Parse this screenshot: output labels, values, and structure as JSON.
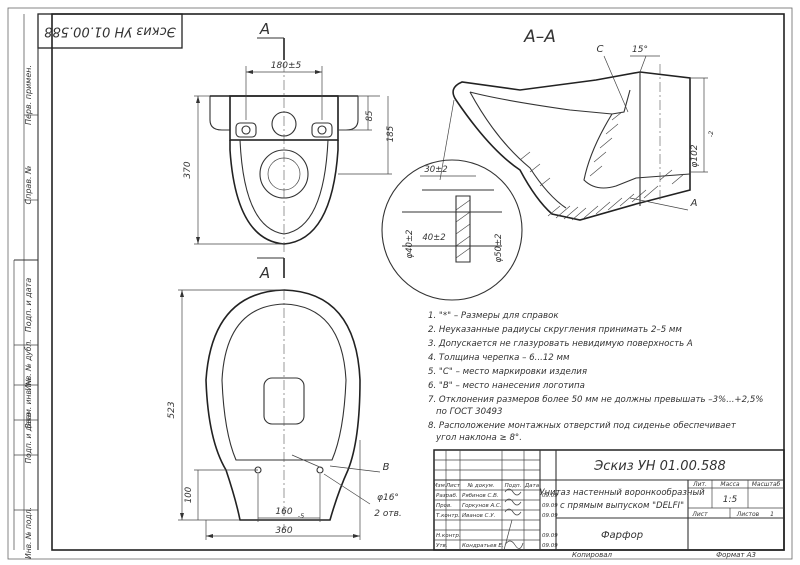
{
  "stamp_code": "Эскиз УН 01.00.588",
  "left_strip": {
    "perv_primen": "Перв. примен.",
    "sprav_no": "Справ. №",
    "podp_data_1": "Подп. и дата",
    "inv_dubl": "Инв. № дубл.",
    "vzam_inv": "Взам. инв. №",
    "podp_data_2": "Подп. и дата",
    "inv_podl": "Инв. № подл."
  },
  "top_view": {
    "section_label_top": "A",
    "section_label_bottom": "A",
    "dim_width": "180±5",
    "dim_85": "85",
    "dim_185": "185",
    "dim_370": "370"
  },
  "section_view": {
    "title": "A–A",
    "label_c": "C",
    "angle": "15°",
    "dim_dia": "φ102",
    "dim_dia_tol": "-2",
    "label_a": "A",
    "detail_30": "30±2",
    "detail_40": "40±2",
    "detail_dia40": "φ40±2",
    "detail_dia50": "φ50±2"
  },
  "bottom_view": {
    "dim_523": "523",
    "dim_100": "100",
    "dim_160": "160",
    "dim_160_tol": "-5",
    "dim_360": "360",
    "label_b": "B",
    "dim_dia16": "φ16°",
    "holes": "2 отв."
  },
  "notes": [
    "1. \"*\" – Размеры для справок",
    "2. Неуказанные радиусы скругления принимать 2–5 мм",
    "3. Допускается не глазуровать невидимую поверхность А",
    "4. Толщина черепка – 6...12 мм",
    "5. \"С\" – место маркировки изделия",
    "6. \"В\" – место нанесения логотипа",
    "7. Отклонения размеров более 50 мм не должны превышать –3%...+2,5%",
    "по ГОСТ 30493",
    "8. Расположение монтажных отверстий под сиденье обеспечивает",
    "угол наклона ≥ 8°."
  ],
  "title_block": {
    "code": "Эскиз УН 01.00.588",
    "name_line1": "Унитаз настенный воронкообразный",
    "name_line2": "с прямым выпуском \"DELFI\"",
    "material": "Фарфор",
    "head_lit": "Лит.",
    "head_massa": "Масса",
    "head_masshtab": "Масштаб",
    "scale": "1:5",
    "list_label": "Лист",
    "listov_label": "Листов",
    "listov_value": "1",
    "col_izm": "Изм.",
    "col_list": "Лист",
    "col_doc": "№ докум.",
    "col_podp": "Подп.",
    "col_data": "Дата",
    "row_razrab": "Разраб.",
    "row_prov": "Пров.",
    "row_tkontr": "Т.контр.",
    "row_nkontr": "Н.контр.",
    "row_utv": "Утв.",
    "razrab_name": "Рябинов С.В.",
    "prov_name": "Горкунов А.С.",
    "tkontr_name": "Иванов С.У.",
    "utv_name": "Кондратьев Е.",
    "date_1": "09.09",
    "date_2": "09.09",
    "date_3": "09.09",
    "date_4": "09.09",
    "date_5": "09.09"
  },
  "footer": {
    "copied": "Копировал",
    "format": "Формат A3"
  }
}
